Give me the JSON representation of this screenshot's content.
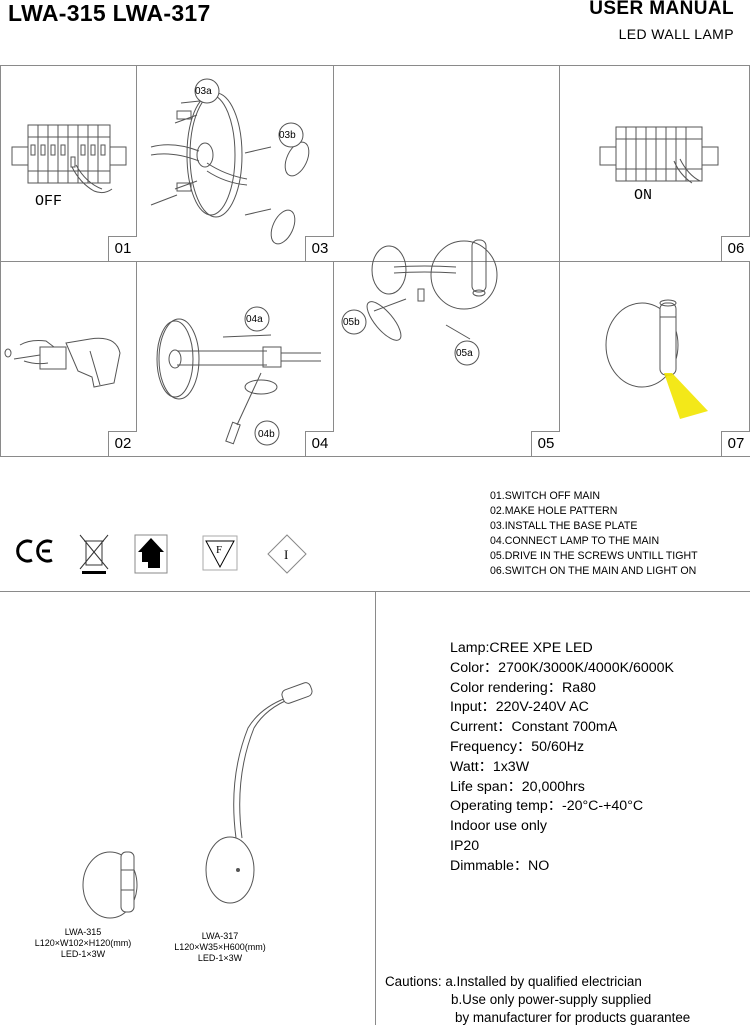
{
  "header": {
    "models": "LWA-315 LWA-317",
    "manual_title": "USER MANUAL",
    "product": "LED WALL LAMP"
  },
  "panels": [
    {
      "num": "01",
      "label": "OFF"
    },
    {
      "num": "02"
    },
    {
      "num": "03",
      "callouts": [
        "03a",
        "03b"
      ]
    },
    {
      "num": "04",
      "callouts": [
        "04a",
        "04b"
      ]
    },
    {
      "num": "05",
      "callouts": [
        "05a",
        "05b"
      ]
    },
    {
      "num": "06",
      "label": "ON"
    },
    {
      "num": "07"
    }
  ],
  "certifications": [
    "ce-mark-icon",
    "weee-bin-icon",
    "class-ii-house-icon",
    "f-mark-icon",
    "i-mark-icon"
  ],
  "instructions": [
    "01.SWITCH OFF MAIN",
    "02.MAKE HOLE PATTERN",
    "03.INSTALL THE BASE PLATE",
    "04.CONNECT LAMP TO THE MAIN",
    "05.DRIVE IN THE SCREWS UNTILL TIGHT",
    "06.SWITCH ON THE MAIN AND LIGHT ON"
  ],
  "products": [
    {
      "model": "LWA-315",
      "dims": "L120×W102×H120(mm)",
      "led": "LED-1×3W"
    },
    {
      "model": "LWA-317",
      "dims": "L120×W35×H600(mm)",
      "led": "LED-1×3W"
    }
  ],
  "specs": [
    "Lamp:CREE XPE LED",
    "Color：2700K/3000K/4000K/6000K",
    "Color rendering：Ra80",
    "Input：220V-240V AC",
    "Current：Constant 700mA",
    "Frequency：50/60Hz",
    "Watt：1x3W",
    "Life span：20,000hrs",
    "Operating temp：-20°C-+40°C",
    "Indoor use only",
    "IP20",
    "Dimmable：NO"
  ],
  "cautions": {
    "label": "Cautions:",
    "a": "a.Installed by qualified electrician",
    "b1": "b.Use only power-supply supplied",
    "b2": "by manufacturer for products guarantee"
  },
  "colors": {
    "light_beam": "#f2e600",
    "line": "#8a8a8a"
  }
}
